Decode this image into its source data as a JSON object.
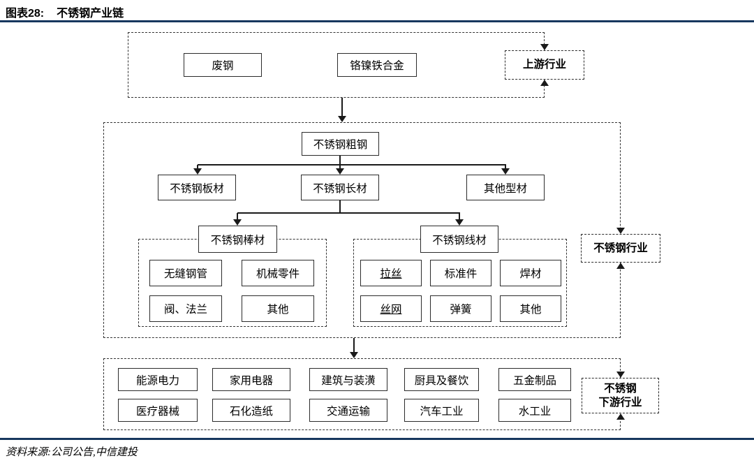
{
  "header": {
    "figure_label": "图表28:",
    "figure_title": "不锈钢产业链"
  },
  "footer": {
    "source": "资料来源:公司公告,中信建投"
  },
  "colors": {
    "accent_rule": "#17375E",
    "diagram_line": "#1a1a1a"
  },
  "diagram": {
    "upstream": {
      "label": "上游行业",
      "items": [
        "废钢",
        "铬镍铁合金"
      ]
    },
    "industry": {
      "label": "不锈钢行业",
      "crude": "不锈钢粗钢",
      "level2": [
        "不锈钢板材",
        "不锈钢长材",
        "其他型材"
      ],
      "bar_group": {
        "title": "不锈钢棒材",
        "items": [
          "无缝钢管",
          "机械零件",
          "阀、法兰",
          "其他"
        ]
      },
      "wire_group": {
        "title": "不锈钢线材",
        "items": [
          "拉丝",
          "标准件",
          "焊材",
          "丝网",
          "弹簧",
          "其他"
        ]
      }
    },
    "downstream": {
      "label_line1": "不锈钢",
      "label_line2": "下游行业",
      "items": [
        "能源电力",
        "家用电器",
        "建筑与装潢",
        "厨具及餐饮",
        "五金制品",
        "医疗器械",
        "石化造纸",
        "交通运输",
        "汽车工业",
        "水工业"
      ]
    }
  }
}
